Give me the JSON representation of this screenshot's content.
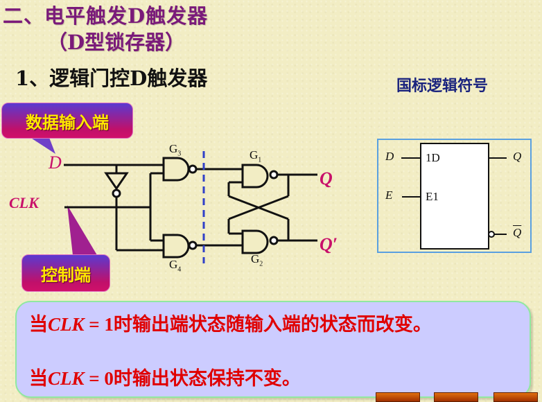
{
  "header": {
    "title_line1": "二、电平触发D触发器",
    "title_line2": "（D型锁存器）",
    "subtitle": "1、逻辑门控D触发器",
    "standard_symbol_title": "国标逻辑符号"
  },
  "callouts": {
    "data_input": "数据输入端",
    "control": "控制端"
  },
  "circuit": {
    "input_d": "D",
    "input_clk": "CLK",
    "output_q": "Q",
    "output_q_prime": "Q′",
    "gates": {
      "g3": {
        "name": "G",
        "sub": "3"
      },
      "g4": {
        "name": "G",
        "sub": "4"
      },
      "g1": {
        "name": "G",
        "sub": "1"
      },
      "g2": {
        "name": "G",
        "sub": "2"
      }
    }
  },
  "symbol": {
    "in_d": "D",
    "in_e": "E",
    "pin_1d": "1D",
    "pin_e1": "E1",
    "out_q": "Q",
    "out_qbar": "Q"
  },
  "info": {
    "line1_prefix": "当",
    "line1_var": "CLK",
    "line1_eq": " = 1",
    "line1_text": "时输出端状态随输入端的状态而改变。",
    "line2_prefix": "当",
    "line2_var": "CLK",
    "line2_eq": " = 0",
    "line2_text": "时输出状态保持不变。"
  },
  "colors": {
    "title": "#7a1a7a",
    "signal_label": "#c8106a",
    "info_text": "#e00000",
    "info_bg": "#ccccff",
    "callout_text": "#ffe800"
  }
}
